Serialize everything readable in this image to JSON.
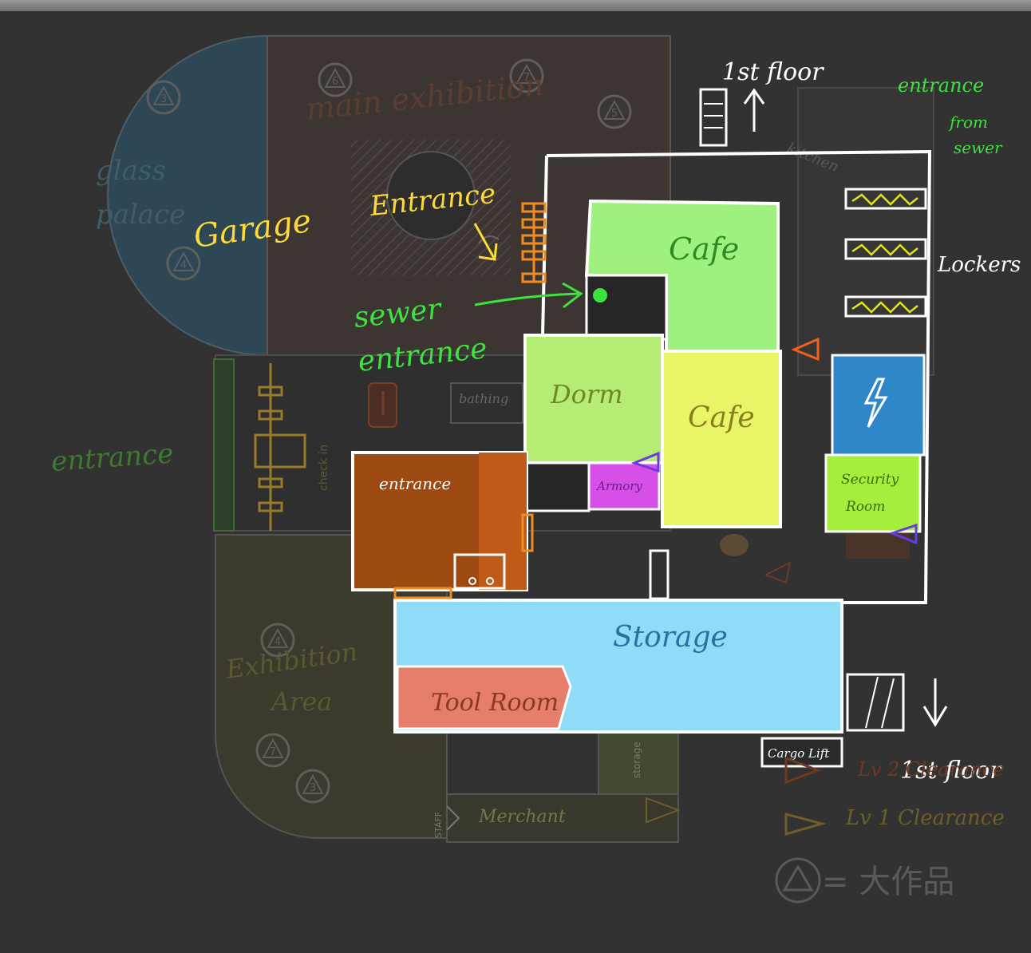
{
  "colors": {
    "background": "#323232",
    "wall": "#ffffff",
    "cafe_top": "#9ef17f",
    "cafe_bottom": "#e8f566",
    "dorm": "#b5ec74",
    "power": "#2f86c9",
    "security": "#a6ee3c",
    "armory": "#d64fe6",
    "entrance_room": "#9c4a12",
    "storage": "#8fdcf8",
    "tool_room": "#e57f6c",
    "label_yellow": "#ffd93a",
    "label_green": "#3ee23e",
    "label_white": "#ffffff"
  },
  "labels": {
    "floor_up": "1st floor",
    "floor_down": "1st floor",
    "entrance_from_sewer": [
      "entrance",
      "from",
      "sewer"
    ],
    "lockers": "Lockers",
    "garage": "Garage",
    "yellow_entrance": "Entrance",
    "sewer_entrance": [
      "sewer",
      "entrance"
    ],
    "left_entrance": "entrance",
    "main_exhibition": "main exhibition",
    "glass_palace": [
      "glass",
      "palace"
    ],
    "exhibition_area": [
      "Exhibition",
      "Area"
    ],
    "check_in": "check in",
    "bathing": "bathing",
    "merchant": "Merchant",
    "staff": "STAFF",
    "storage_small": "storage",
    "kitchen": "kitchen"
  },
  "rooms": {
    "cafe_top": "Cafe",
    "cafe_bottom": "Cafe",
    "dorm": "Dorm",
    "armory": "Armory",
    "security": [
      "Security",
      "Room"
    ],
    "entrance_room": "entrance",
    "storage": "Storage",
    "tool_room": "Tool Room",
    "cargo_lift": "Cargo Lift"
  },
  "icons": {
    "power": "lightning-bolt-icon",
    "landmark": "triangle-in-circle-icon"
  },
  "exhibit_numbers": [
    "3",
    "4",
    "6",
    "7",
    "5",
    "4",
    "7",
    "3"
  ],
  "legend": {
    "lv2": "Lv 2 Clearance",
    "lv1": "Lv 1 Clearance",
    "masterpiece": "= 大作品"
  }
}
